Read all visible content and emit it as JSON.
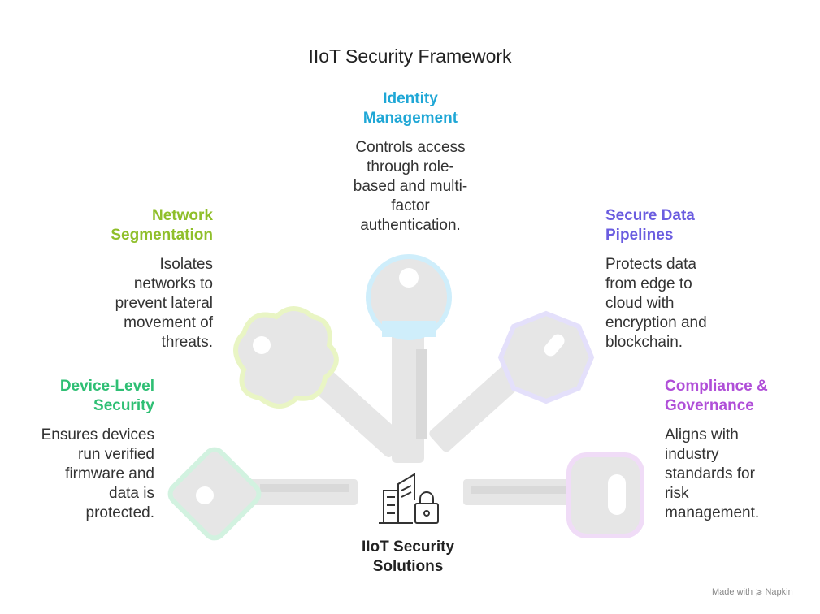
{
  "title": "IIoT Security Framework",
  "center": {
    "label_line1": "IIoT Security",
    "label_line2": "Solutions"
  },
  "colors": {
    "identity": "#1fa7d6",
    "network": "#8fbf2a",
    "secure_data": "#6b5de0",
    "device": "#2fbf74",
    "compliance": "#b04fd8",
    "key_fill": "#e6e6e6"
  },
  "items": {
    "identity": {
      "heading_line1": "Identity",
      "heading_line2": "Management",
      "desc": [
        "Controls access",
        "through role-",
        "based and multi-",
        "factor",
        "authentication."
      ]
    },
    "network": {
      "heading_line1": "Network",
      "heading_line2": "Segmentation",
      "desc": [
        "Isolates",
        "networks to",
        "prevent lateral",
        "movement of",
        "threats."
      ]
    },
    "secure_data": {
      "heading_line1": "Secure Data",
      "heading_line2": "Pipelines",
      "desc": [
        "Protects data",
        "from edge to",
        "cloud with",
        "encryption and",
        "blockchain."
      ]
    },
    "device": {
      "heading_line1": "Device-Level",
      "heading_line2": "Security",
      "desc": [
        "Ensures devices",
        "run verified",
        "firmware and",
        "data is",
        "protected."
      ]
    },
    "compliance": {
      "heading_line1": "Compliance &",
      "heading_line2": "Governance",
      "desc": [
        "Aligns with",
        "industry",
        "standards for",
        "risk",
        "management."
      ]
    }
  },
  "watermark": "Made with ⩾ Napkin"
}
